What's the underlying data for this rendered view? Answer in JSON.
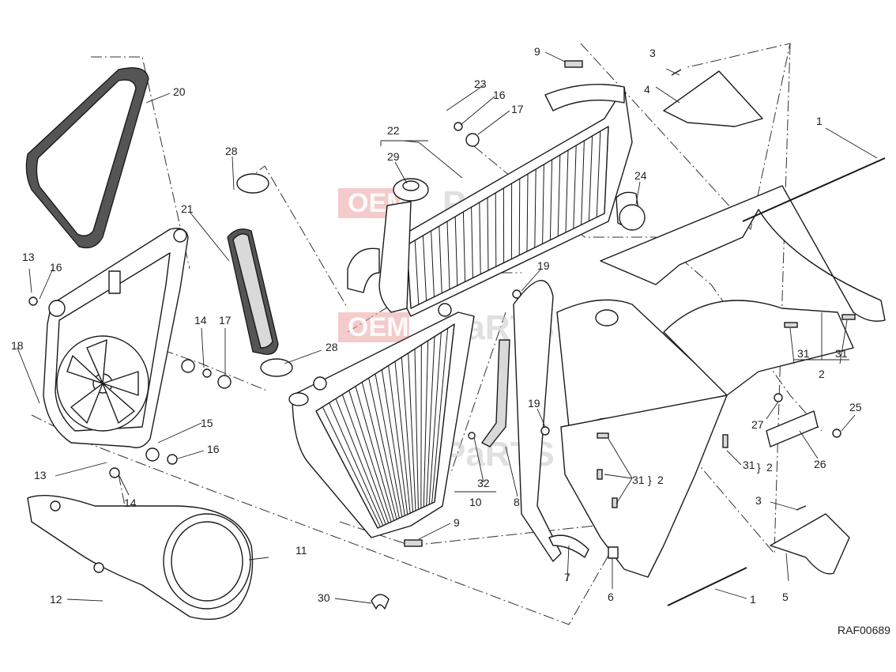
{
  "diagram": {
    "reference_code": "RAF00689",
    "watermark": {
      "brand": "OEM",
      "suffix": "PaRTS"
    },
    "callouts": [
      {
        "id": "c1a",
        "label": "1"
      },
      {
        "id": "c1b",
        "label": "1"
      },
      {
        "id": "c2a",
        "label": "2"
      },
      {
        "id": "c2b",
        "label": "2"
      },
      {
        "id": "c2c",
        "label": "2"
      },
      {
        "id": "c3a",
        "label": "3"
      },
      {
        "id": "c3b",
        "label": "3"
      },
      {
        "id": "c4",
        "label": "4"
      },
      {
        "id": "c5",
        "label": "5"
      },
      {
        "id": "c6",
        "label": "6"
      },
      {
        "id": "c7",
        "label": "7"
      },
      {
        "id": "c8",
        "label": "8"
      },
      {
        "id": "c9a",
        "label": "9"
      },
      {
        "id": "c9b",
        "label": "9"
      },
      {
        "id": "c10",
        "label": "10"
      },
      {
        "id": "c11",
        "label": "11"
      },
      {
        "id": "c12",
        "label": "12"
      },
      {
        "id": "c13a",
        "label": "13"
      },
      {
        "id": "c13b",
        "label": "13"
      },
      {
        "id": "c14a",
        "label": "14"
      },
      {
        "id": "c14b",
        "label": "14"
      },
      {
        "id": "c15",
        "label": "15"
      },
      {
        "id": "c16a",
        "label": "16"
      },
      {
        "id": "c16b",
        "label": "16"
      },
      {
        "id": "c16c",
        "label": "16"
      },
      {
        "id": "c17a",
        "label": "17"
      },
      {
        "id": "c17b",
        "label": "17"
      },
      {
        "id": "c18",
        "label": "18"
      },
      {
        "id": "c19a",
        "label": "19"
      },
      {
        "id": "c19b",
        "label": "19"
      },
      {
        "id": "c20",
        "label": "20"
      },
      {
        "id": "c21",
        "label": "21"
      },
      {
        "id": "c22",
        "label": "22"
      },
      {
        "id": "c23",
        "label": "23"
      },
      {
        "id": "c24",
        "label": "24"
      },
      {
        "id": "c25",
        "label": "25"
      },
      {
        "id": "c26",
        "label": "26"
      },
      {
        "id": "c27",
        "label": "27"
      },
      {
        "id": "c28a",
        "label": "28"
      },
      {
        "id": "c28b",
        "label": "28"
      },
      {
        "id": "c29",
        "label": "29"
      },
      {
        "id": "c30",
        "label": "30"
      },
      {
        "id": "c31a",
        "label": "31"
      },
      {
        "id": "c31b",
        "label": "31"
      },
      {
        "id": "c31c",
        "label": "31"
      },
      {
        "id": "c31d",
        "label": "31"
      },
      {
        "id": "c32",
        "label": "32"
      }
    ]
  }
}
